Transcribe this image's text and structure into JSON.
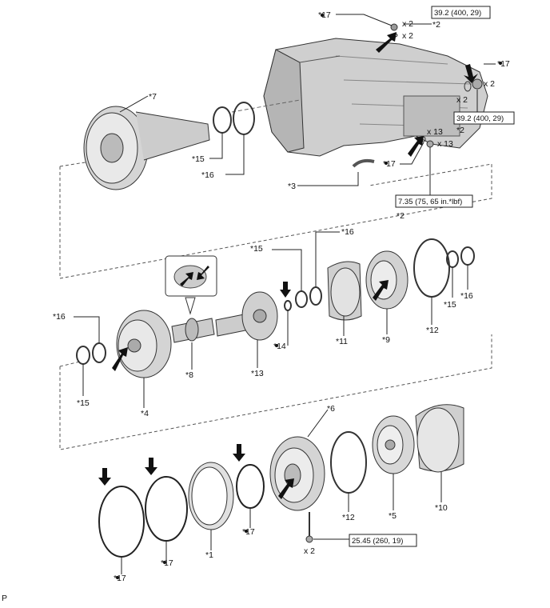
{
  "colors": {
    "line": "#222222",
    "part_fill": "#d9d9d9",
    "part_dark": "#8a8a8a",
    "background": "#ffffff"
  },
  "callouts": {
    "c17_top": "*17",
    "c2_top": "*2",
    "x2_a": "x 2",
    "x2_b": "x 2",
    "c17_right": "*17",
    "x2_c": "x 2",
    "x2_d": "x 2",
    "c2_right": "*2",
    "x13_a": "x 13",
    "x13_b": "x 13",
    "c17_mid": "*17",
    "c3": "*3",
    "c2_mid": "*2",
    "c7": "*7",
    "c15_top": "*15",
    "c16_top": "*16",
    "c15_mid": "*15",
    "c16_mid": "*16",
    "c15_right": "*15",
    "c16_right": "*16",
    "c12_mid": "*12",
    "c9": "*9",
    "c11": "*11",
    "c14": "*14",
    "c13": "*13",
    "c8": "*8",
    "c16_left": "*16",
    "c15_left": "*15",
    "c4": "*4",
    "c6": "*6",
    "c12_low": "*12",
    "c5": "*5",
    "c10": "*10",
    "c1": "*1",
    "c17_low1": "*17",
    "c17_low2": "*17",
    "c17_low3": "*17",
    "x2_bolt": "x 2",
    "corner": "P"
  },
  "torque_boxes": {
    "top": "39.2 (400, 29)",
    "right": "39.2 (400, 29)",
    "mid": "7.35 (75, 65 in.*lbf)",
    "bolt": "25.45 (260, 19)"
  }
}
